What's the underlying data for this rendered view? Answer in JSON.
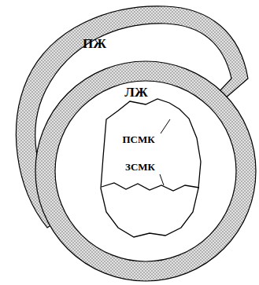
{
  "diagram": {
    "labels": [
      "ПЖ",
      "ЛЖ",
      "ПСМК",
      "ЗСМК"
    ]
  }
}
